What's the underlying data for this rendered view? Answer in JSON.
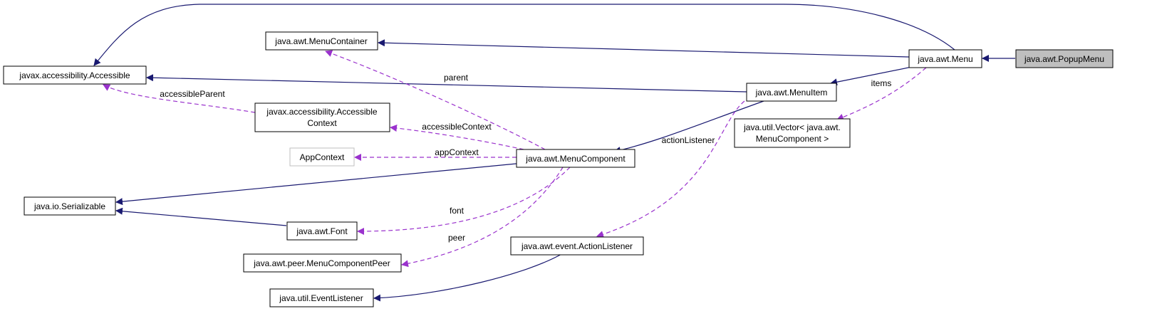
{
  "diagram": {
    "colors": {
      "inheritance": "#191970",
      "usage": "#9a32cd",
      "highlight_fill": "#bfbfbf",
      "external_border": "#bfbfbf"
    },
    "nodes": {
      "popupmenu": [
        "java.awt.PopupMenu"
      ],
      "menu": [
        "java.awt.Menu"
      ],
      "menucontainer": [
        "java.awt.MenuContainer"
      ],
      "accessible": [
        "javax.accessibility.Accessible"
      ],
      "menuitem": [
        "java.awt.MenuItem"
      ],
      "vector": [
        "java.util.Vector< java.awt.",
        "MenuComponent >"
      ],
      "accessiblecontext": [
        "javax.accessibility.Accessible",
        "Context"
      ],
      "appcontext": [
        "AppContext"
      ],
      "menucomponent": [
        "java.awt.MenuComponent"
      ],
      "serializable": [
        "java.io.Serializable"
      ],
      "font": [
        "java.awt.Font"
      ],
      "menucomponentpeer": [
        "java.awt.peer.MenuComponentPeer"
      ],
      "actionlistener": [
        "java.awt.event.ActionListener"
      ],
      "eventlistener": [
        "java.util.EventListener"
      ]
    },
    "edge_labels": {
      "parent": "parent",
      "accessibleParent": "accessibleParent",
      "accessibleContext": "accessibleContext",
      "appContext": "appContext",
      "font": "font",
      "peer": "peer",
      "items": "items",
      "actionListener": "actionListener"
    }
  }
}
